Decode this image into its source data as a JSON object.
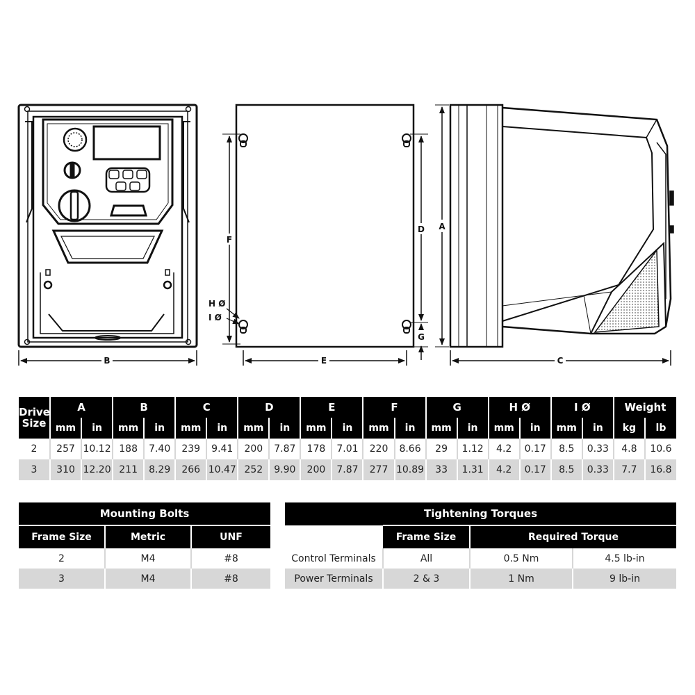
{
  "drawing": {
    "labels": {
      "A": "A",
      "B": "B",
      "C": "C",
      "D": "D",
      "E": "E",
      "F": "F",
      "G": "G",
      "H": "H Ø",
      "I": "I Ø"
    }
  },
  "dimensions_table": {
    "corner_label_line1": "Drive",
    "corner_label_line2": "Size",
    "groups": [
      "A",
      "B",
      "C",
      "D",
      "E",
      "F",
      "G",
      "H Ø",
      "I Ø",
      "Weight"
    ],
    "units": [
      "mm",
      "in",
      "mm",
      "in",
      "mm",
      "in",
      "mm",
      "in",
      "mm",
      "in",
      "mm",
      "in",
      "mm",
      "in",
      "mm",
      "in",
      "mm",
      "in",
      "kg",
      "lb"
    ],
    "rows": [
      {
        "size": "2",
        "values": [
          "257",
          "10.12",
          "188",
          "7.40",
          "239",
          "9.41",
          "200",
          "7.87",
          "178",
          "7.01",
          "220",
          "8.66",
          "29",
          "1.12",
          "4.2",
          "0.17",
          "8.5",
          "0.33",
          "4.8",
          "10.6"
        ]
      },
      {
        "size": "3",
        "values": [
          "310",
          "12.20",
          "211",
          "8.29",
          "266",
          "10.47",
          "252",
          "9.90",
          "200",
          "7.87",
          "277",
          "10.89",
          "33",
          "1.31",
          "4.2",
          "0.17",
          "8.5",
          "0.33",
          "7.7",
          "16.8"
        ]
      }
    ]
  },
  "mounting_bolts": {
    "title": "Mounting Bolts",
    "headers": [
      "Frame Size",
      "Metric",
      "UNF"
    ],
    "rows": [
      [
        "2",
        "M4",
        "#8"
      ],
      [
        "3",
        "M4",
        "#8"
      ]
    ]
  },
  "tightening_torques": {
    "title": "Tightening Torques",
    "headers": [
      "Frame Size",
      "Required Torque"
    ],
    "rows": [
      [
        "Control Terminals",
        "All",
        "0.5 Nm",
        "4.5 lb-in"
      ],
      [
        "Power Terminals",
        "2 & 3",
        "1 Nm",
        "9 lb-in"
      ]
    ]
  }
}
